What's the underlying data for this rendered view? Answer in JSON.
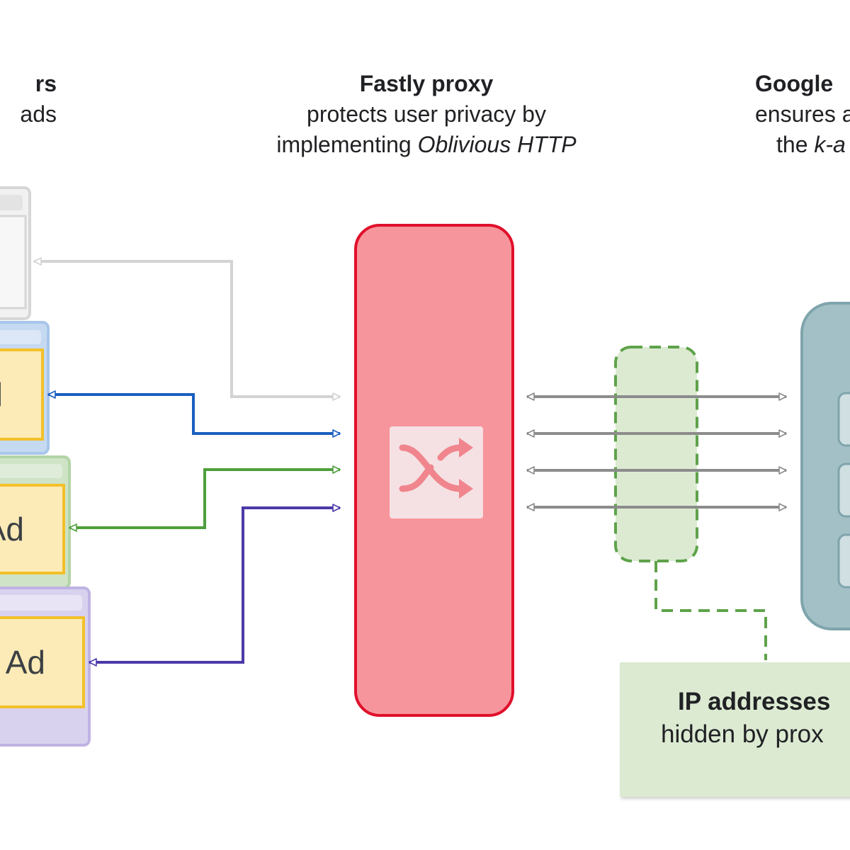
{
  "left_header": {
    "line1": "rs",
    "line2": "ads"
  },
  "center_header": {
    "title": "Fastly proxy",
    "line2": "protects user privacy by",
    "line3_prefix": "implementing ",
    "line3_emphasis": "Oblivious HTTP"
  },
  "right_header": {
    "title": "Google",
    "line2": "ensures a",
    "line3_prefix": "the ",
    "line3_emphasis": "k-a"
  },
  "ads": [
    {
      "label": "l"
    },
    {
      "label": "Ad"
    },
    {
      "label": "Ad"
    }
  ],
  "ip_box": {
    "line1": "IP addresses",
    "line2": "hidden by prox"
  },
  "proxy_icon": "shuffle-icon",
  "colors": {
    "proxy_fill": "#f7959c",
    "proxy_border": "#e0102b",
    "browser_gray": "#e6e6e6",
    "browser_blue": "#c5d9f1",
    "browser_green": "#cfe3c6",
    "browser_purple": "#d9d2ee",
    "ad_fill": "#fcebb7",
    "ad_border": "#f2c029",
    "arrow_gray_light": "#d3d3d3",
    "arrow_blue": "#1a5fc0",
    "arrow_green": "#4e9f3d",
    "arrow_purple": "#4b3aa8",
    "arrow_gray": "#8c8c8c",
    "dashed_green": "#5ea34a",
    "server_fill": "#a3c0c6",
    "server_border": "#7fa4ac"
  }
}
